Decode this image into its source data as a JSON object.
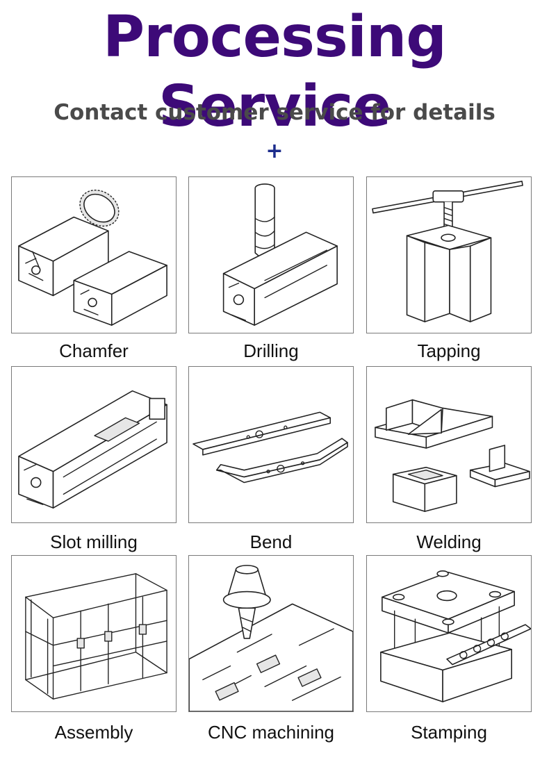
{
  "header": {
    "title": "Processing Service",
    "subtitle": "Contact customer service for details",
    "plus_symbol": "+"
  },
  "colors": {
    "title": "#3d0a78",
    "subtitle": "#4a4a4a",
    "plus": "#1c2c8c",
    "frame_border": "#7a7a7a"
  },
  "services": [
    {
      "label": "Chamfer",
      "icon": "chamfer-saw-profile-icon"
    },
    {
      "label": "Drilling",
      "icon": "drill-bit-profile-icon"
    },
    {
      "label": "Tapping",
      "icon": "tap-wrench-profile-icon"
    },
    {
      "label": "Slot milling",
      "icon": "slot-milled-profile-icon"
    },
    {
      "label": "Bend",
      "icon": "bent-bars-icon"
    },
    {
      "label": "Welding",
      "icon": "welded-parts-icon"
    },
    {
      "label": "Assembly",
      "icon": "assembled-frame-icon"
    },
    {
      "label": "CNC machining",
      "icon": "cnc-spindle-plate-icon"
    },
    {
      "label": "Stamping",
      "icon": "stamping-die-icon"
    }
  ]
}
